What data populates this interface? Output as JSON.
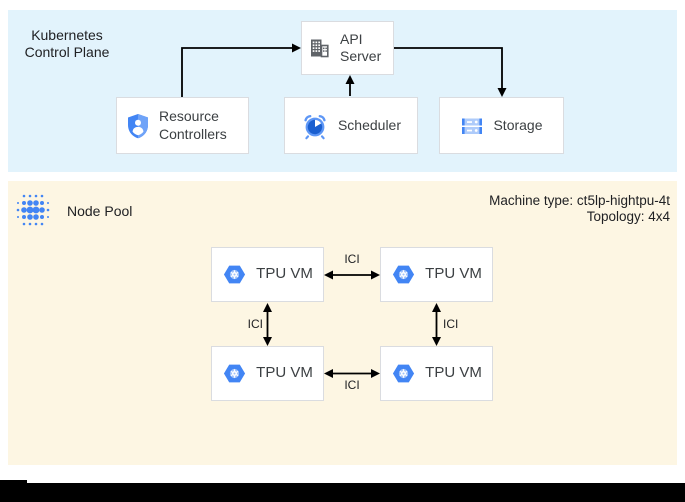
{
  "control_plane": {
    "title": "Kubernetes Control Plane",
    "api_server": "API Server",
    "resource_controllers": "Resource Controllers",
    "scheduler": "Scheduler",
    "storage": "Storage"
  },
  "node_pool": {
    "title": "Node Pool",
    "machine_type": "Machine type: ct5lp-hightpu-4t",
    "topology": "Topology: 4x4",
    "tpu_vms": [
      "TPU VM",
      "TPU VM",
      "TPU VM",
      "TPU VM"
    ],
    "ici_links": [
      "ICI",
      "ICI",
      "ICI",
      "ICI"
    ]
  },
  "icons": {
    "api_server": "building-icon",
    "resource_controllers": "shield-user-icon",
    "scheduler": "alarm-clock-icon",
    "storage": "storage-disks-icon",
    "tpu_vm": "gke-hexagon-gear-icon",
    "node_pool": "node-pool-dots-icon"
  },
  "colors": {
    "control_plane_bg": "#E2F3FC",
    "node_pool_bg": "#FDF6E3",
    "google_blue": "#4285F4",
    "google_blue_light": "#AECBFA",
    "icon_gray": "#5F6368",
    "box_border": "#DADCE0",
    "arrow": "#000000"
  }
}
